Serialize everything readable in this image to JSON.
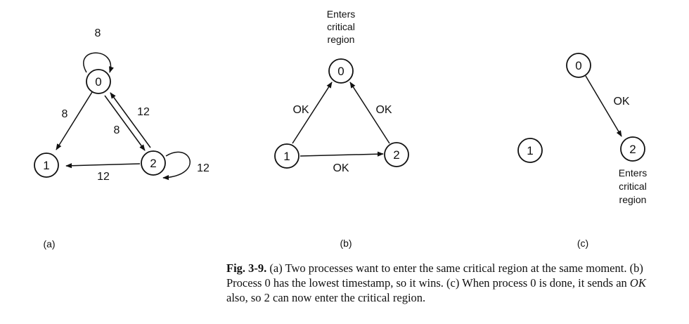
{
  "nodes": {
    "a0": "0",
    "a1": "1",
    "a2": "2",
    "b0": "0",
    "b1": "1",
    "b2": "2",
    "c0": "0",
    "c1": "1",
    "c2": "2"
  },
  "edges": {
    "a_self_0": "8",
    "a_0_1": "8",
    "a_0_2": "8",
    "a_2_0": "12",
    "a_2_1": "12",
    "a_self_2": "12",
    "b_1_0": "OK",
    "b_2_0": "OK",
    "b_1_2": "OK",
    "c_0_2": "OK"
  },
  "notes": {
    "b_enters": [
      "Enters",
      "critical",
      "region"
    ],
    "c_enters": [
      "Enters",
      "critical",
      "region"
    ]
  },
  "panels": {
    "a": "(a)",
    "b": "(b)",
    "c": "(c)"
  },
  "caption": {
    "fig": "Fig. 3-9.",
    "text": " (a) Two processes want to enter the same critical region at the same moment.  (b) Process 0 has the lowest timestamp, so it wins.  (c) When process 0 is done, it sends an ",
    "ok": "OK",
    "text2": " also, so 2 can now enter the critical region."
  }
}
